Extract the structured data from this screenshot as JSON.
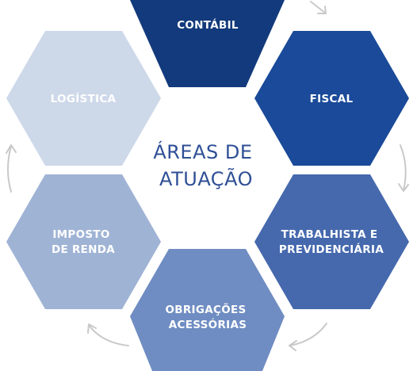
{
  "center": {
    "line1": "ÁREAS DE",
    "line2": "ATUAÇÃO"
  },
  "areas": [
    {
      "key": "contabil",
      "lines": [
        "CONTÁBIL"
      ],
      "color": "#133a7c"
    },
    {
      "key": "fiscal",
      "lines": [
        "FISCAL"
      ],
      "color": "#1a4a99"
    },
    {
      "key": "trabalhista",
      "lines": [
        "TRABALHISTA E",
        "PREVIDENCIÁRIA"
      ],
      "color": "#4669ad"
    },
    {
      "key": "obrigacoes",
      "lines": [
        "OBRIGAÇÕES",
        "ACESSÓRIAS"
      ],
      "color": "#6f8dc2"
    },
    {
      "key": "imposto",
      "lines": [
        "IMPOSTO",
        "DE RENDA"
      ],
      "color": "#9fb3d5"
    },
    {
      "key": "logistica",
      "lines": [
        "LOGÍSTICA"
      ],
      "color": "#cdd8e9"
    }
  ],
  "arrow_color": "#c9c9c9"
}
